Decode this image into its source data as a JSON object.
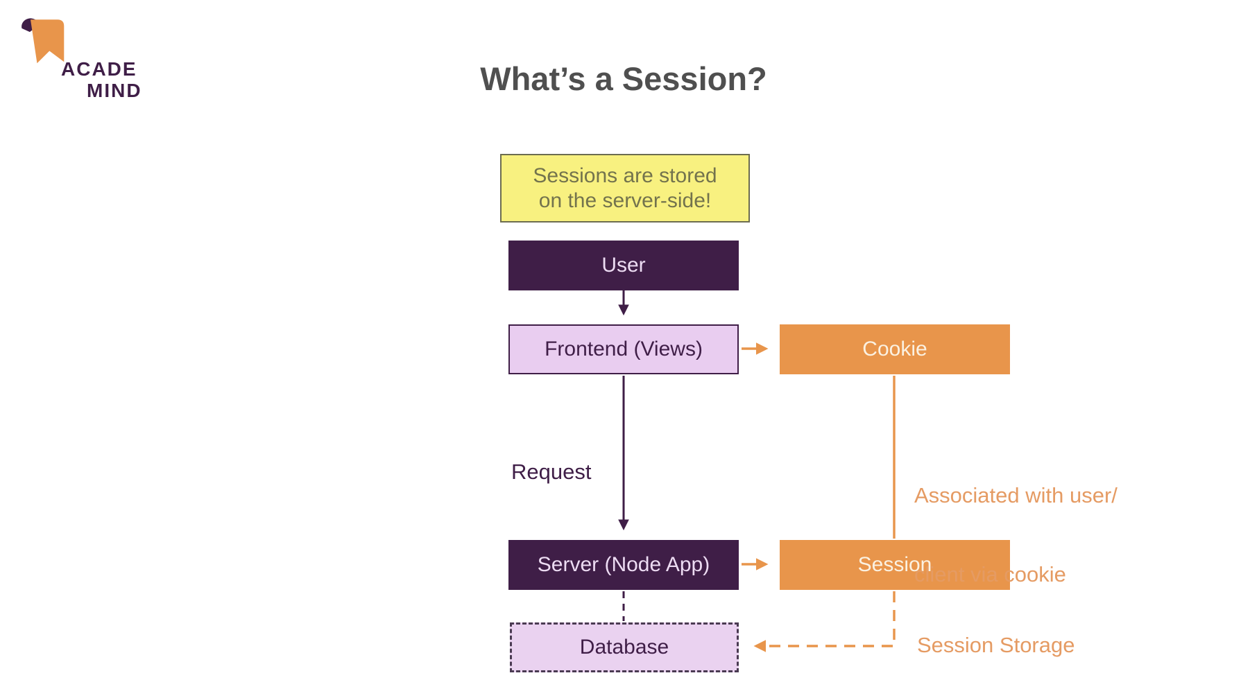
{
  "logo": {
    "line1": "ACADE",
    "line2": "MIND"
  },
  "title": "What’s a Session?",
  "note": {
    "line1": "Sessions are stored",
    "line2": "on the server-side!"
  },
  "nodes": {
    "user": "User",
    "frontend": "Frontend (Views)",
    "cookie": "Cookie",
    "server": "Server (Node App)",
    "session": "Session",
    "database": "Database"
  },
  "labels": {
    "request": "Request",
    "associated_line1": "Associated with user/",
    "associated_line2": "client via cookie",
    "session_storage": "Session Storage"
  },
  "edges": [
    {
      "from": "user",
      "to": "frontend",
      "style": "solid-purple-arrow"
    },
    {
      "from": "frontend",
      "to": "cookie",
      "style": "solid-orange-arrow"
    },
    {
      "from": "frontend",
      "to": "server",
      "style": "solid-purple-arrow",
      "label": "Request"
    },
    {
      "from": "cookie",
      "to": "session",
      "style": "solid-orange-line",
      "label": "Associated with user/ client via cookie"
    },
    {
      "from": "server",
      "to": "session",
      "style": "solid-orange-arrow"
    },
    {
      "from": "server",
      "to": "database",
      "style": "dashed-purple-line"
    },
    {
      "from": "session",
      "to": "database",
      "style": "dashed-orange-arrow",
      "label": "Session Storage"
    }
  ],
  "colors": {
    "bg": "#ffffff",
    "purple_dark": "#3f1e47",
    "lavender": "#e9cdf0",
    "lavender_light": "#ead2f0",
    "orange": "#e8954b",
    "orange_light": "#e59b63",
    "yellow_fill": "#f8f180",
    "yellow_border": "#6c6c50",
    "yellow_text": "#73734d",
    "title_text": "#4f4f4f",
    "light_text_purple": "#eddcf3",
    "light_text_orange": "#fbf1e1",
    "dash_border": "#4a3a52"
  }
}
